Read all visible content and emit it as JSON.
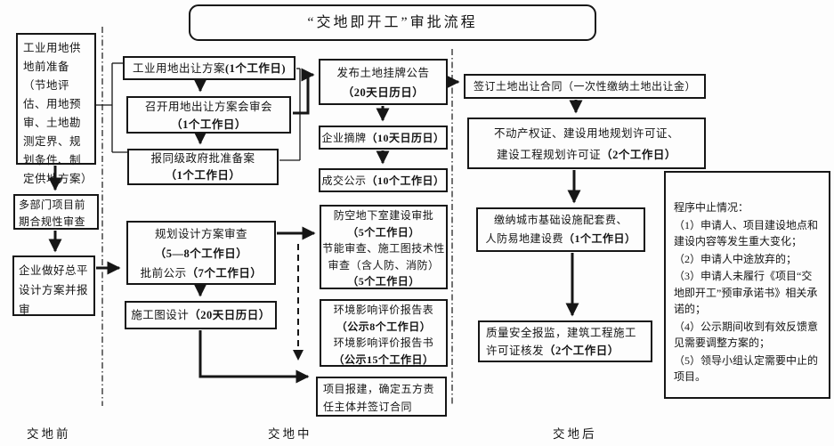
{
  "title": "“交地即开工”审批流程",
  "stages": {
    "pre": "交地前",
    "mid": "交地中",
    "post": "交地后"
  },
  "boxes": {
    "prep": {
      "text": "工业用地供地前准备（节地评估、用地预审、土地勘测定界、规划条件、制定供地方案）"
    },
    "multi_dept_review": {
      "text": "多部门项目前期合规性审查"
    },
    "plan_submit": {
      "text": "企业做好总平设计方案并报审"
    },
    "transfer_plan": {
      "text": "工业用地出让方案",
      "duration": "(1个工作日)"
    },
    "meeting": {
      "line1": "召开用地出让方案会审会",
      "duration": "（1个工作日）"
    },
    "gov_approve": {
      "line1": "报同级政府批准备案",
      "duration": "（1个工作日）"
    },
    "announce": {
      "line1": "发布土地挂牌公告",
      "duration": "（20天日历日）"
    },
    "delist": {
      "text": "企业摘牌",
      "duration": "（10天日历日）"
    },
    "deal_publicity": {
      "text": "成交公示",
      "duration": "（10个工作日）"
    },
    "design_review": {
      "line1": "规划设计方案审查",
      "duration1": "（5—8个工作日）",
      "line2": "批前公示",
      "duration2": "（7个工作日）"
    },
    "construction_drawing": {
      "text": "施工图设计",
      "duration": "（20天日历日）"
    },
    "air_defense": {
      "line1": "防空地下室建设审批",
      "duration1": "（5个工作日）",
      "line2": "节能审查、施工图技术性",
      "line3": "审查（含人防、消防）",
      "duration2": "（5个工作日）"
    },
    "eia": {
      "line1": "环境影响评价报告表",
      "duration1": "（公示8个工作日）",
      "line2": "环境影响评价报告书",
      "duration2": "（公示15个工作日）"
    },
    "project_filing": {
      "text": "项目报建，确定五方责任主体并签订合同"
    },
    "sign_contract": {
      "text": "签订土地出让合同（一次性缴纳土地出让金）"
    },
    "certificates": {
      "line1": "不动产权证、建设用地规划许可证、",
      "line2": "建设工程规划许可证",
      "duration": "（2个工作日）"
    },
    "fees": {
      "line1": "缴纳城市基础设施配套费、",
      "line2": "人防易地建设费",
      "duration": "（1个工作日）"
    },
    "permit": {
      "text": "质量安全报监，建筑工程施工许可证核发",
      "duration": "（2个工作日）"
    },
    "termination": {
      "heading": "程序中止情况：",
      "items": [
        "（1）申请人、项目建设地点和建设内容等发生重大变化；",
        "（2）申请人中途放弃的；",
        "（3）申请人未履行《项目“交地即开工”预审承诺书》相关承诺的；",
        "（4）公示期间收到有效反馈意见需要调整方案的；",
        "（5）领导小组认定需要中止的项目。"
      ]
    }
  },
  "colors": {
    "line": "#161616",
    "background": "#fdfdfd"
  }
}
